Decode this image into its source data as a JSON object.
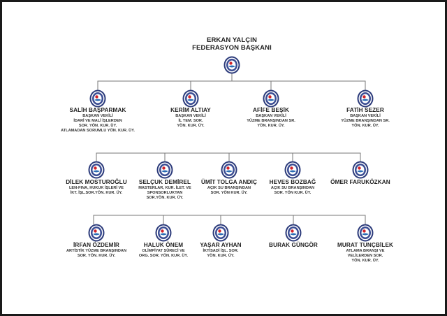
{
  "top": {
    "name": "ERKAN YALÇIN",
    "title": "FEDERASYON BAŞKANI"
  },
  "rows": [
    [
      {
        "name": "SALİH BAŞPARMAK",
        "lines": [
          "BAŞKAN VEKİLİ",
          "İDARİ VE MALİ İŞLERDEN",
          "SOR. YÖN. KUR. ÜY.",
          "ATLAMADAN SORUMLU YÖN. KUR. ÜY."
        ]
      },
      {
        "name": "KERİM ALTIAY",
        "lines": [
          "BAŞKAN VEKİLİ",
          "İL TEM. SOR.",
          "YÖN. KUR. ÜY."
        ]
      },
      {
        "name": "AFİFE BEŞİK",
        "lines": [
          "BAŞKAN VEKİLİ",
          "YÜZME BRANŞINDAN SR.",
          "YÖN. KUR. ÜY."
        ]
      },
      {
        "name": "FATİH SEZER",
        "lines": [
          "BAŞKAN VEKİLİ",
          "YÜZME BRANŞINDAN SR.",
          "YÖN. KUR. ÜY."
        ]
      }
    ],
    [
      {
        "name": "DİLEK MOSTUROĞLU",
        "lines": [
          "LEN-FINA, HUKUK İŞLERİ VE",
          "İKT. İŞL.SOR.YÖN. KUR. ÜY."
        ]
      },
      {
        "name": "SELÇUK DEMİREL",
        "lines": [
          "MASTERLAR, KUR. İLET. VE",
          "SPONSORLUKTAN",
          "SOR.YÖN. KUR. ÜY."
        ]
      },
      {
        "name": "ÜMİT TOLGA ANDIÇ",
        "lines": [
          "AÇIK SU BRANŞINDAN",
          "SOR. YÖN KUR. ÜY."
        ]
      },
      {
        "name": "HEVES BOZBAĞ",
        "lines": [
          "AÇIK SU BRANŞINDAN",
          "SOR. YÖN KUR. ÜY."
        ]
      },
      {
        "name": "ÖMER FARUKÖZKAN",
        "lines": []
      }
    ],
    [
      {
        "name": "İRFAN ÖZDEMİR",
        "lines": [
          "ARTİSTİK YÜZME BRANŞINDAN",
          "SOR. YÖN. KUR. ÜY."
        ]
      },
      {
        "name": "HALUK ÖNEM",
        "lines": [
          "OLİMPİYAT SÜRECİ VE",
          "ORG. SOR. YÖN. KUR. ÜY."
        ]
      },
      {
        "name": "YAŞAR AYHAN",
        "lines": [
          "İKTİSADİ İŞL. SOR.",
          "YÖN. KUR. ÜY."
        ]
      },
      {
        "name": "BURAK GÜNGÖR",
        "lines": []
      },
      {
        "name": "MURAT TUNÇBİLEK",
        "lines": [
          "ATLAMA BRANŞI VE",
          "VELİLERDEN SOR.",
          "YÖN. KUR. ÜY."
        ]
      }
    ]
  ],
  "colors": {
    "navy": "#2b3a7a",
    "line": "#666666",
    "red": "#d2232a"
  }
}
